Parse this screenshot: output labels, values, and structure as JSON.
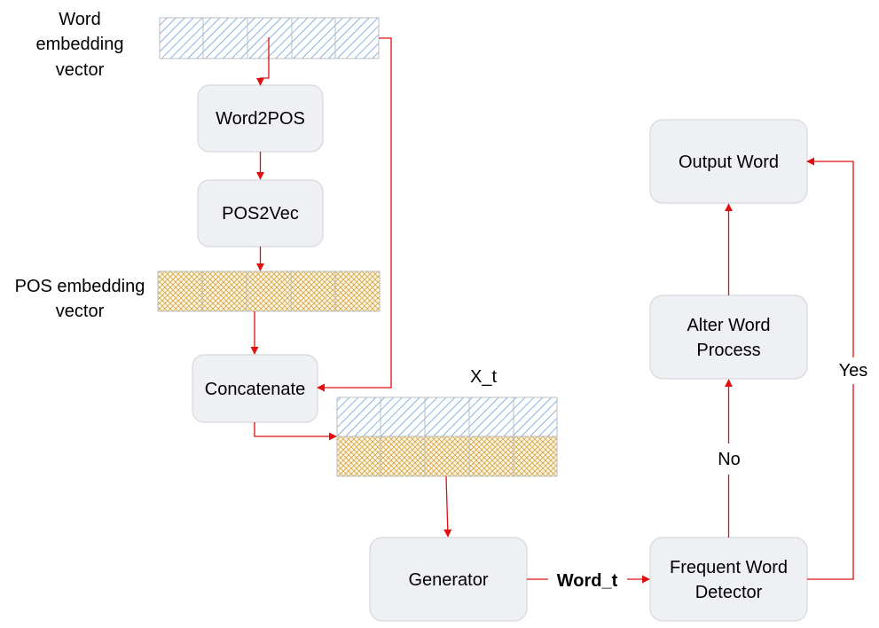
{
  "labels": {
    "word_embedding_line1": "Word",
    "word_embedding_line2": "embedding",
    "word_embedding_line3": "vector",
    "pos_embedding_line1": "POS embedding",
    "pos_embedding_line2": "vector",
    "xt": "X_t",
    "word_t": "Word_t",
    "no": "No",
    "yes": "Yes"
  },
  "nodes": {
    "word2pos": "Word2POS",
    "pos2vec": "POS2Vec",
    "concatenate": "Concatenate",
    "generator": "Generator",
    "frequent_line1": "Frequent Word",
    "frequent_line2": "Detector",
    "alter_line1": "Alter Word",
    "alter_line2": "Process",
    "output": "Output Word"
  },
  "colors": {
    "arrow": "#e01010",
    "word_hatch": "#6fa0d8",
    "pos_hatch": "#d8a848",
    "box_fill": "#eef0f4"
  }
}
